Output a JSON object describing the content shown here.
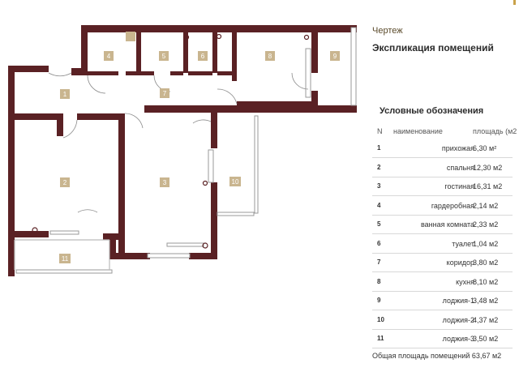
{
  "header": {
    "title": "Чертеж",
    "subtitle": "Экспликация помещений"
  },
  "legend": {
    "title": "Условные обозначения",
    "col_n": "N",
    "col_name": "наименование",
    "col_area": "площадь (м2"
  },
  "rooms": [
    {
      "n": "1",
      "name": "прихожая",
      "area": "6,30 м²"
    },
    {
      "n": "2",
      "name": "спальня",
      "area": "12,30 м2"
    },
    {
      "n": "3",
      "name": "гостиная",
      "area": "16,31 м2"
    },
    {
      "n": "4",
      "name": "гардеробная",
      "area": "2,14 м2"
    },
    {
      "n": "5",
      "name": "ванная комната",
      "area": "2,33 м2"
    },
    {
      "n": "6",
      "name": "туалет",
      "area": "1,04 м2"
    },
    {
      "n": "7",
      "name": "коридор",
      "area": "3,80 м2"
    },
    {
      "n": "8",
      "name": "кухня",
      "area": "8,10 м2"
    },
    {
      "n": "9",
      "name": "лоджия-1",
      "area": "3,48 м2"
    },
    {
      "n": "10",
      "name": "лоджия-2",
      "area": "4,37 м2"
    },
    {
      "n": "11",
      "name": "лоджия-3",
      "area": "3,50 м2"
    }
  ],
  "total": "Общая площадь помещений 63,67 м2",
  "colors": {
    "wall": "#5a2124",
    "label_bg": "#c9b58f"
  }
}
